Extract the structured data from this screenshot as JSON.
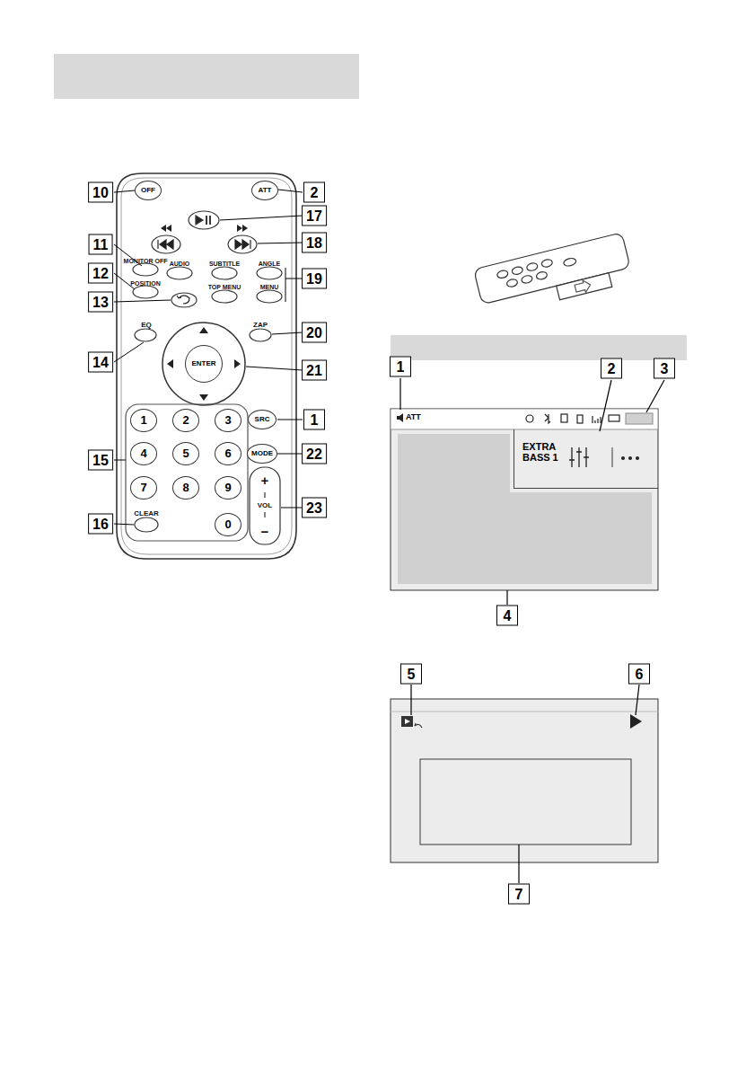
{
  "diagram": {
    "nodes": [
      {
        "text": [
          "ATT"
        ]
      },
      {
        "text": [
          "EXTRA BASS 1"
        ],
        "in": 0
      },
      {
        "text": [
          "OFF"
        ]
      },
      {
        "text": [
          "ATT"
        ]
      },
      {
        "text": [
          "ENTER"
        ]
      },
      {
        "text": [
          "SRC"
        ]
      },
      {
        "text": [
          "MODE"
        ]
      },
      {
        "text": [
          "1"
        ]
      },
      {
        "text": [
          "2"
        ]
      },
      {
        "text": [
          "3"
        ]
      },
      {
        "text": [
          "4"
        ]
      },
      {
        "text": [
          "5"
        ]
      },
      {
        "text": [
          "6"
        ]
      },
      {
        "text": [
          "7"
        ]
      },
      {
        "text": [
          "8"
        ]
      },
      {
        "text": [
          "9"
        ]
      },
      {
        "text": [
          "0"
        ]
      }
    ],
    "labels": [
      "10",
      "2",
      "17",
      "11",
      "18",
      "MONITOR OFF",
      "AUDIO",
      "SUBTITLE",
      "ANGLE",
      "12",
      "POSITION",
      "TOP MENU",
      "MENU",
      "19",
      "13",
      "EQ",
      "ZAP",
      "20",
      "14",
      "21",
      "1",
      "15",
      "22",
      "CLEAR",
      "16",
      "VOL",
      "+",
      "−",
      "23",
      "1",
      "2",
      "3",
      "4",
      "5",
      "6",
      "7"
    ]
  }
}
